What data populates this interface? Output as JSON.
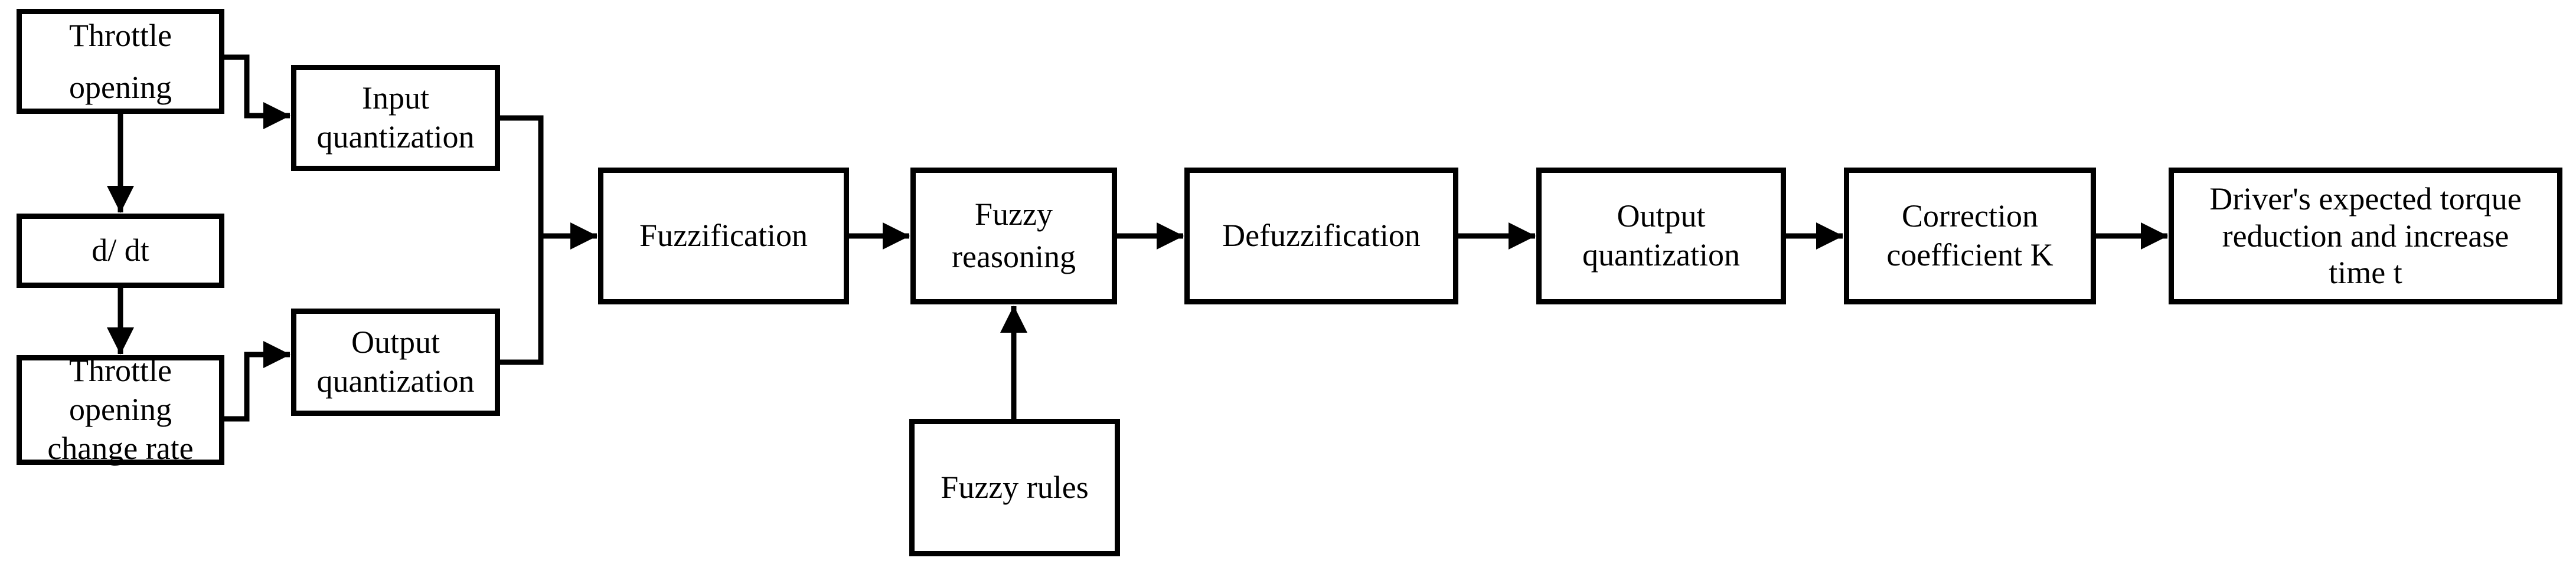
{
  "figure": {
    "type": "flowchart",
    "background_color": "#ffffff",
    "line_color": "#000000",
    "nodes": [
      {
        "id": "throttle-opening",
        "label": "Throttle\nopening"
      },
      {
        "id": "d-dt",
        "label": "d/ dt"
      },
      {
        "id": "throttle-opening-change-rate",
        "label": "Throttle\nopening\nchange rate"
      },
      {
        "id": "input-quantization",
        "label": "Input\nquantization"
      },
      {
        "id": "output-quantization-input",
        "label": "Output\nquantization"
      },
      {
        "id": "fuzzification",
        "label": "Fuzzification"
      },
      {
        "id": "fuzzy-reasoning",
        "label": "Fuzzy\nreasoning"
      },
      {
        "id": "defuzzification",
        "label": "Defuzzification"
      },
      {
        "id": "output-quantization",
        "label": "Output\nquantization"
      },
      {
        "id": "correction-coefficient",
        "label": "Correction\ncoefficient K"
      },
      {
        "id": "drivers-expected-torque",
        "label": "Driver's expected torque\nreduction and increase\ntime t"
      },
      {
        "id": "fuzzy-rules",
        "label": "Fuzzy rules"
      }
    ],
    "edges": [
      {
        "from": "throttle-opening",
        "to": "d-dt"
      },
      {
        "from": "d-dt",
        "to": "throttle-opening-change-rate"
      },
      {
        "from": "throttle-opening",
        "to": "input-quantization"
      },
      {
        "from": "throttle-opening-change-rate",
        "to": "output-quantization-input"
      },
      {
        "from": "input-quantization",
        "to": "fuzzification"
      },
      {
        "from": "output-quantization-input",
        "to": "fuzzification"
      },
      {
        "from": "fuzzification",
        "to": "fuzzy-reasoning"
      },
      {
        "from": "fuzzy-reasoning",
        "to": "defuzzification"
      },
      {
        "from": "defuzzification",
        "to": "output-quantization"
      },
      {
        "from": "output-quantization",
        "to": "correction-coefficient"
      },
      {
        "from": "correction-coefficient",
        "to": "drivers-expected-torque"
      },
      {
        "from": "fuzzy-rules",
        "to": "fuzzy-reasoning"
      }
    ]
  }
}
